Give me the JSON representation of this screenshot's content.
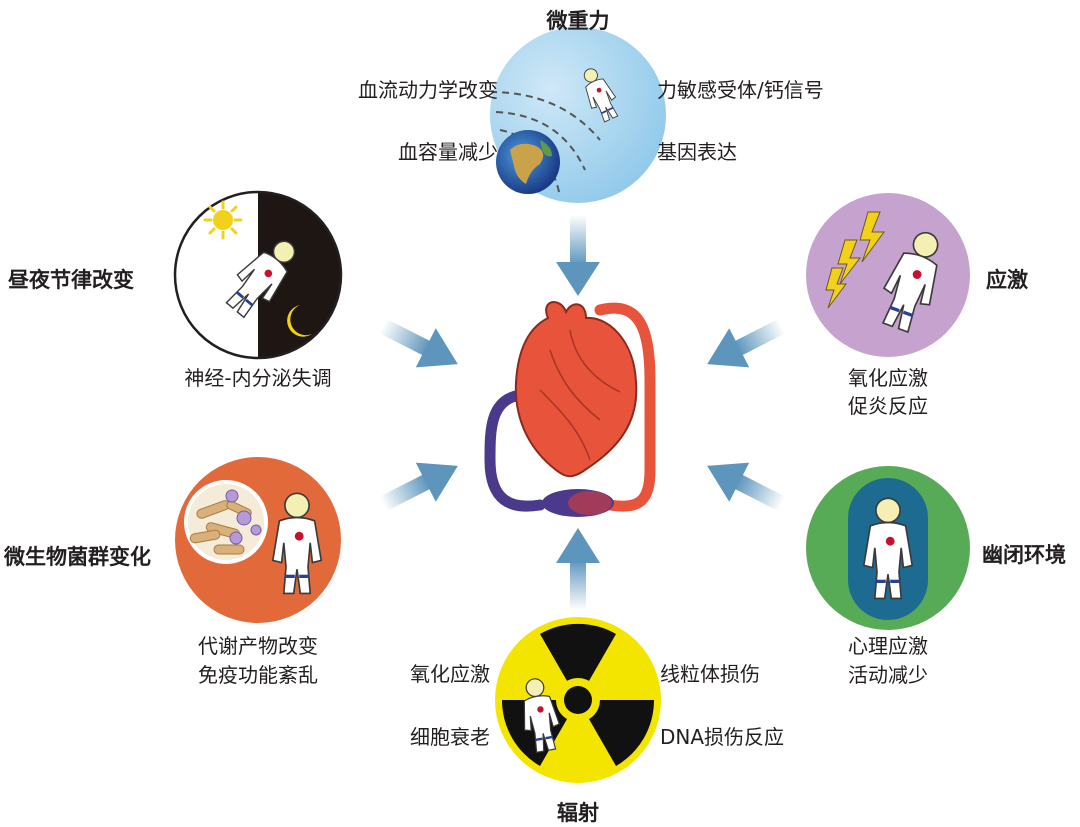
{
  "colors": {
    "microgravity": "#8ec8ea",
    "circadian_day": "#ffffff",
    "circadian_night": "#1e1612",
    "stress": "#c6a2cf",
    "microbiome": "#e2693a",
    "confinement_outer": "#57aa56",
    "confinement_inner": "#1e6b92",
    "radiation": "#f4e500",
    "heart": "#e8533b",
    "vein": "#4b3a8c",
    "arrow": "#5d95bd"
  },
  "microgravity": {
    "title": "微重力",
    "left_top": "血流动力学改变",
    "left_bottom": "血容量减少",
    "right_top": "力敏感受体/钙信号",
    "right_bottom": "基因表达",
    "icons": [
      "astronaut-icon",
      "earth-icon",
      "orbit-lines-icon"
    ]
  },
  "circadian": {
    "title": "昼夜节律改变",
    "caption": "神经-内分泌失调",
    "icons": [
      "sun-icon",
      "moon-icon",
      "astronaut-icon"
    ]
  },
  "stress": {
    "title": "应激",
    "caption_line1": "氧化应激",
    "caption_line2": "促炎反应",
    "icons": [
      "lightning-icon",
      "astronaut-icon"
    ]
  },
  "microbiome": {
    "title": "微生物菌群变化",
    "caption_line1": "代谢产物改变",
    "caption_line2": "免疫功能紊乱",
    "icons": [
      "bacteria-icon",
      "astronaut-icon"
    ]
  },
  "confinement": {
    "title": "幽闭环境",
    "caption_line1": "心理应激",
    "caption_line2": "活动减少",
    "icons": [
      "astronaut-icon"
    ]
  },
  "radiation": {
    "title": "辐射",
    "left_top": "氧化应激",
    "left_bottom": "细胞衰老",
    "right_top": "线粒体损伤",
    "right_bottom": "DNA损伤反应",
    "icons": [
      "radiation-icon",
      "astronaut-icon"
    ]
  },
  "center": {
    "icons": [
      "heart-icon",
      "vessel-loop-icon"
    ]
  }
}
